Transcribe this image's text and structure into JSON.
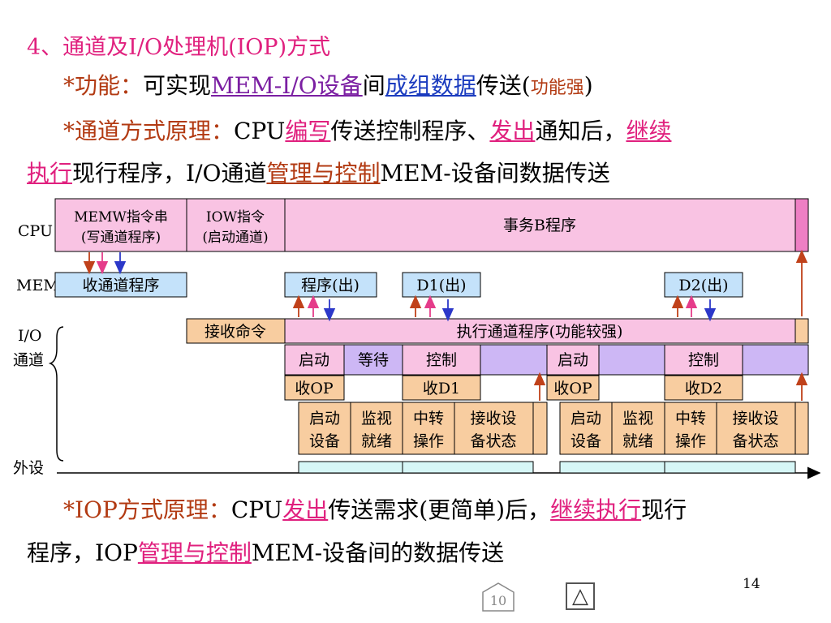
{
  "heading": "4、通道及I/O处理机(IOP)方式",
  "func_line": {
    "prefix": "*功能：",
    "text1": "可实现",
    "link1": "MEM-I/O设备",
    "text2": "间",
    "link2": "成组数据",
    "text3": "传送(",
    "note": "功能强",
    "text4": ")"
  },
  "channel_line": {
    "prefix": "*通道方式原理：",
    "text1": "CPU",
    "link1": "编写",
    "text2": "传送控制程序、",
    "link2": "发出",
    "text3": "通知后，",
    "link3a": "继续",
    "link3b": "执行",
    "text4": "现行程序，I/O通道",
    "link4": "管理与控制",
    "text5": "MEM-设备间数据传送"
  },
  "iop_line": {
    "prefix": "*IOP方式原理：",
    "text1": "CPU",
    "link1": "发出",
    "text2": "传送需求(更简单)后，",
    "link2": "继续执行",
    "text3": "现行",
    "text4": "程序，IOP",
    "link3": "管理与控制",
    "text5": "MEM-设备间的数据传送"
  },
  "diagram": {
    "row_labels": {
      "cpu": "CPU",
      "mem": "MEM",
      "io_1": "I/O",
      "io_2": "通道",
      "device": "外设"
    },
    "cpu": {
      "memw_1": "MEMW指令串",
      "memw_2": "(写通道程序)",
      "iow_1": "IOW指令",
      "iow_2": "(启动通道)",
      "task_b": "事务B程序"
    },
    "mem": {
      "recv_prog": "收通道程序",
      "prog_out": "程序(出)",
      "d1_out": "D1(出)",
      "d2_out": "D2(出)"
    },
    "channel": {
      "recv_cmd": "接收命令",
      "exec": "执行通道程序(功能较强)",
      "start1": "启动",
      "wait": "等待",
      "ctrl1": "控制",
      "start2": "启动",
      "ctrl2": "控制",
      "recv_op1": "收OP",
      "recv_d1": "收D1",
      "recv_op2": "收OP",
      "recv_d2": "收D2",
      "sub": [
        {
          "a": "启动",
          "b": "设备"
        },
        {
          "a": "监视",
          "b": "就绪"
        },
        {
          "a": "中转",
          "b": "操作"
        },
        {
          "a": "接收设",
          "b": "备状态"
        },
        {
          "a": "启动",
          "b": "设备"
        },
        {
          "a": "监视",
          "b": "就绪"
        },
        {
          "a": "中转",
          "b": "操作"
        },
        {
          "a": "接收设",
          "b": "备状态"
        }
      ]
    }
  },
  "page_number": "14",
  "nav_prev": "10",
  "nav_next": "△",
  "colors": {
    "pink_fill": "#f9c3e3",
    "hot_pink": "#ee7fc4",
    "blue_fill": "#c4e2fa",
    "lavender": "#cdb7f5",
    "peach": "#f8cda0",
    "cyan_fill": "#d6f6f6",
    "arrow_brown": "#c0411a",
    "arrow_pink": "#e53c8a",
    "arrow_blue": "#2c38c9"
  }
}
